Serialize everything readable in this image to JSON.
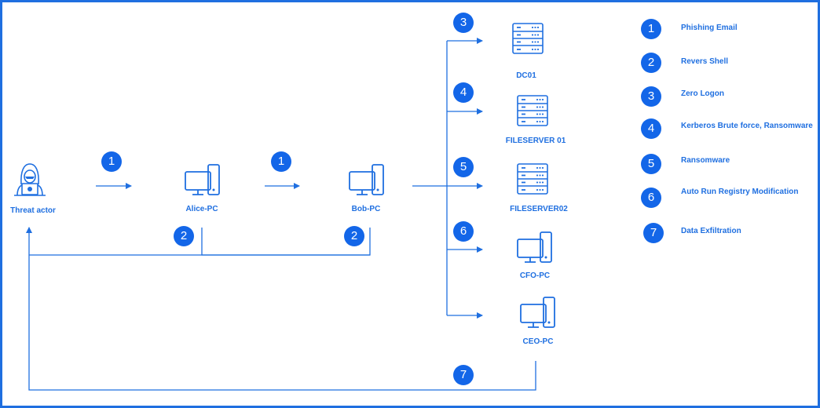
{
  "colors": {
    "accent": "#1f6fe0",
    "badge": "#1366e8"
  },
  "nodes": {
    "threat_actor": {
      "label": "Threat actor",
      "icon": "hacker-icon"
    },
    "alice": {
      "label": "Alice-PC",
      "icon": "computer-icon"
    },
    "bob": {
      "label": "Bob-PC",
      "icon": "computer-icon"
    },
    "dc01": {
      "label": "DC01",
      "icon": "server-icon"
    },
    "fileserver01": {
      "label": "FILESERVER 01",
      "icon": "server-icon"
    },
    "fileserver02": {
      "label": "FILESERVER02",
      "icon": "server-icon"
    },
    "cfo": {
      "label": "CFO-PC",
      "icon": "computer-icon"
    },
    "ceo": {
      "label": "CEO-PC",
      "icon": "computer-icon"
    }
  },
  "steps": {
    "s1a": "1",
    "s1b": "1",
    "s2a": "2",
    "s2b": "2",
    "s3": "3",
    "s4": "4",
    "s5": "5",
    "s6": "6",
    "s7": "7"
  },
  "legend": [
    {
      "number": "1",
      "text": "Phishing Email"
    },
    {
      "number": "2",
      "text": "Revers Shell"
    },
    {
      "number": "3",
      "text": "Zero Logon"
    },
    {
      "number": "4",
      "text": "Kerberos Brute force, Ransomware"
    },
    {
      "number": "5",
      "text": "Ransomware"
    },
    {
      "number": "6",
      "text": "Auto Run Registry Modification"
    },
    {
      "number": "7",
      "text": "Data Exfiltration"
    }
  ]
}
